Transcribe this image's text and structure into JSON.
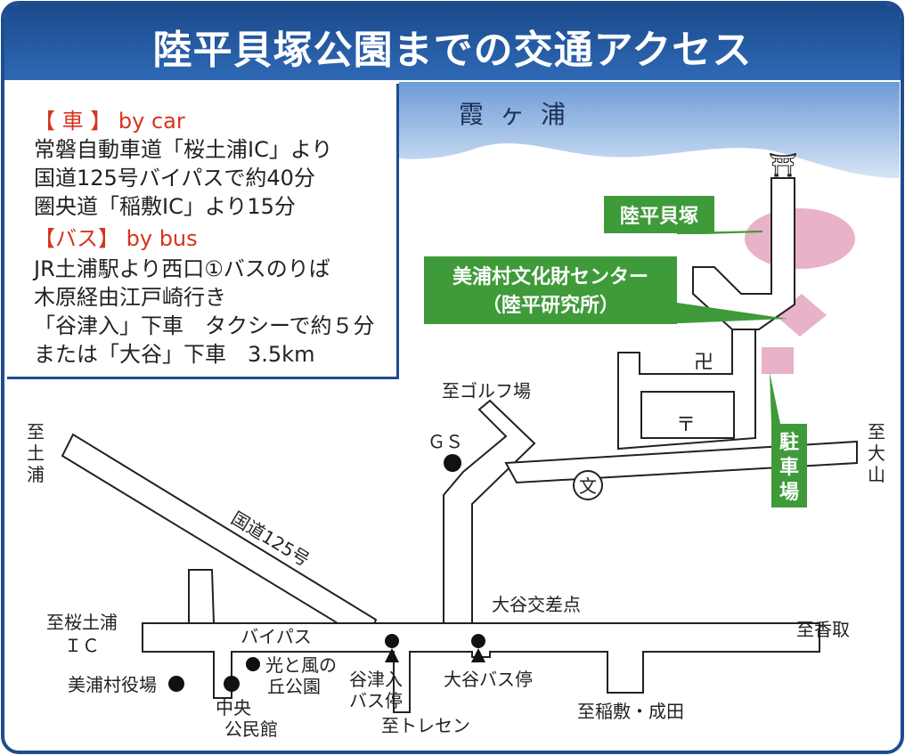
{
  "title": "陸平貝塚公園までの交通アクセス",
  "access": {
    "car_heading": "【 車 】  by car",
    "car_lines": [
      "常磐自動車道「桜土浦IC」より",
      "国道125号バイパスで約40分",
      "圏央道「稲敷IC」より15分"
    ],
    "bus_heading": "【バス】  by bus",
    "bus_lines": [
      "JR土浦駅より西口①バスのりば",
      "木原経由江戸崎行き",
      "「谷津入」下車　タクシーで約５分",
      "または「大谷」下車　3.5km"
    ]
  },
  "map": {
    "lake": "霞ヶ浦",
    "labels": {
      "site": "陸平貝塚",
      "center_line1": "美浦村文化財センター",
      "center_line2": "（陸平研究所）",
      "parking": "駐車場",
      "to_golf": "至ゴルフ場",
      "gs": "ＧＳ",
      "to_tsuchiura": "至土浦",
      "to_oyama": "至大山",
      "route125": "国道125号",
      "to_sakura_ic_1": "至桜土浦",
      "to_sakura_ic_2": "ＩＣ",
      "bypass": "バイパス",
      "oya_intersection": "大谷交差点",
      "to_katori": "至香取",
      "park_1": "光と風の",
      "park_2": "丘公園",
      "village_office": "美浦村役場",
      "community_1": "中央",
      "community_2": "公民館",
      "yatsuiri_1": "谷津入",
      "yatsuiri_2": "バス停",
      "oya_bus": "大谷バス停",
      "to_toresen": "至トレセン",
      "to_inashiki": "至稲敷・成田",
      "school_symbol": "文",
      "shrine_symbol": "⛩",
      "temple_symbol": "卍",
      "post_symbol": "〒"
    }
  },
  "colors": {
    "frame_blue": "#1d4d8f",
    "sky_blue": "#5d8ed0",
    "green_label": "#3f9a3a",
    "pink": "#e8b2c8",
    "red_heading": "#d6341d"
  }
}
